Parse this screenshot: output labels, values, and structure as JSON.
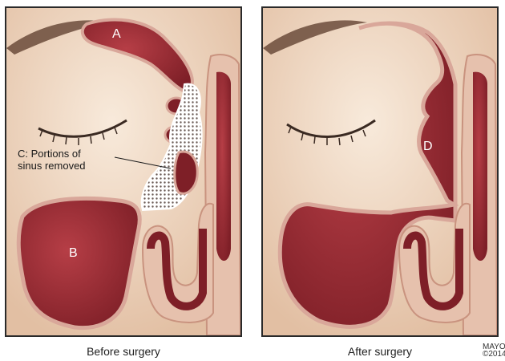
{
  "before": {
    "caption": "Before surgery",
    "label_a": "A",
    "label_b": "B",
    "label_c": "C: Portions of\nsinus removed"
  },
  "after": {
    "caption": "After surgery",
    "label_d": "D"
  },
  "credit": "MAYO\n©2014",
  "colors": {
    "skin": "#f1dcc6",
    "sinus_fill": "#a8343c",
    "sinus_dark": "#7e1f27",
    "mucosa": "#d9a79a",
    "removed_highlight": "#ffffff"
  }
}
